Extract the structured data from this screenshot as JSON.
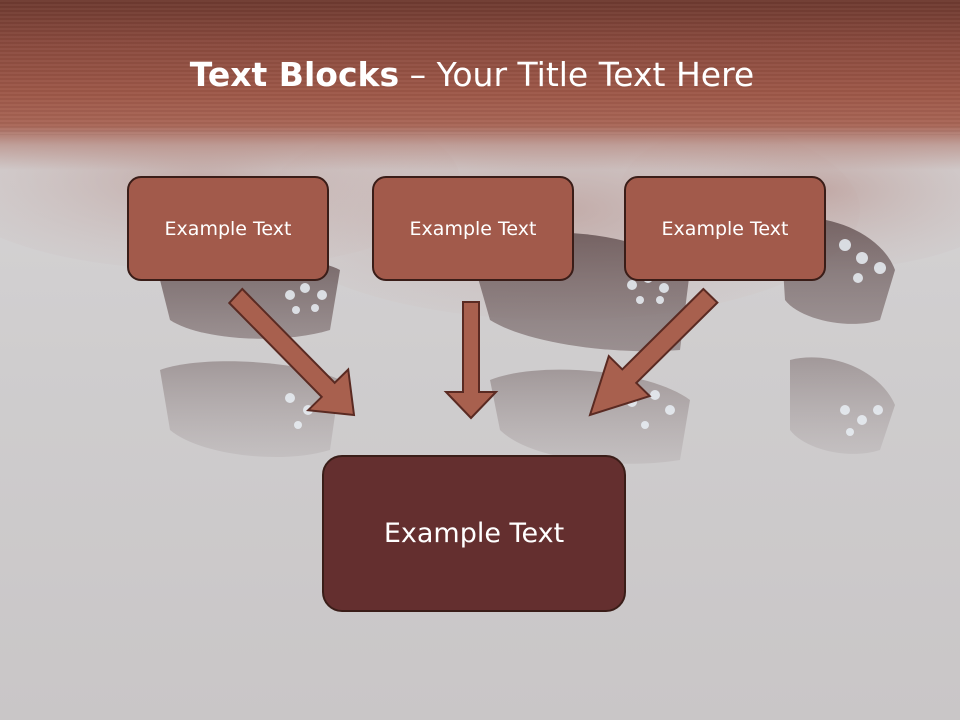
{
  "slide": {
    "title_bold": "Text Blocks",
    "title_dash": " – ",
    "title_rest": "Your Title Text Here"
  },
  "blocks": {
    "top": [
      {
        "label": "Example Text"
      },
      {
        "label": "Example Text"
      },
      {
        "label": "Example Text"
      }
    ],
    "main": {
      "label": "Example Text"
    }
  },
  "colors": {
    "title_band": "#8a4a3e",
    "block_fill": "#a25a4b",
    "main_block_fill": "#642f2f",
    "block_border": "#3a1d18",
    "arrow_fill": "#a8604e",
    "arrow_stroke": "#5a2a22"
  }
}
